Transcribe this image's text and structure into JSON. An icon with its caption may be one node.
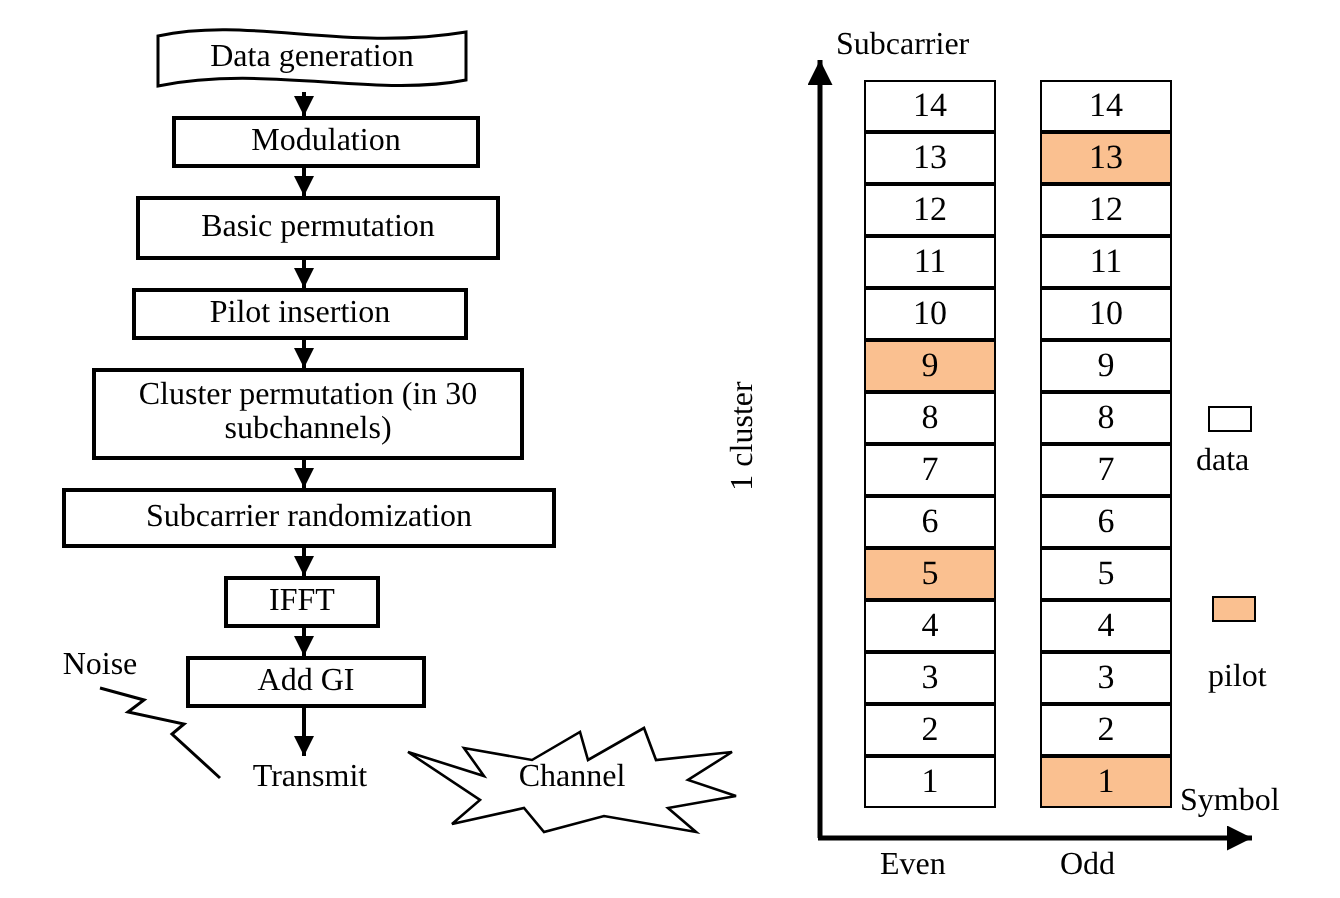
{
  "diagram": {
    "nodes": [
      {
        "text": [
          "Data generation"
        ]
      },
      {
        "text": [
          "Modulation"
        ]
      },
      {
        "text": [
          "Basic permutation"
        ]
      },
      {
        "text": [
          "Pilot insertion"
        ]
      },
      {
        "text": [
          "Cluster permutation (in 30 subchannels)"
        ]
      },
      {
        "text": [
          "Subcarrier randomization"
        ]
      },
      {
        "text": [
          "IFFT"
        ]
      },
      {
        "text": [
          "Add GI"
        ]
      },
      {
        "text": [
          "Noise"
        ]
      },
      {
        "text": [
          "Transmit"
        ]
      },
      {
        "text": [
          "Channel"
        ]
      },
      {
        "text": [
          "14"
        ]
      },
      {
        "text": [
          "13"
        ]
      },
      {
        "text": [
          "12"
        ]
      },
      {
        "text": [
          "11"
        ]
      },
      {
        "text": [
          "10"
        ]
      },
      {
        "text": [
          "9"
        ]
      },
      {
        "text": [
          "8"
        ]
      },
      {
        "text": [
          "7"
        ]
      },
      {
        "text": [
          "6"
        ]
      },
      {
        "text": [
          "5"
        ]
      },
      {
        "text": [
          "4"
        ]
      },
      {
        "text": [
          "3"
        ]
      },
      {
        "text": [
          "2"
        ]
      },
      {
        "text": [
          "1"
        ]
      },
      {
        "text": [
          "14"
        ]
      },
      {
        "text": [
          "13"
        ]
      },
      {
        "text": [
          "12"
        ]
      },
      {
        "text": [
          "11"
        ]
      },
      {
        "text": [
          "10"
        ]
      },
      {
        "text": [
          "9"
        ]
      },
      {
        "text": [
          "8"
        ]
      },
      {
        "text": [
          "7"
        ]
      },
      {
        "text": [
          "6"
        ]
      },
      {
        "text": [
          "5"
        ]
      },
      {
        "text": [
          "4"
        ]
      },
      {
        "text": [
          "3"
        ]
      },
      {
        "text": [
          "2"
        ]
      },
      {
        "text": [
          "1"
        ]
      }
    ],
    "edges": [
      {
        "from": 0,
        "to": 1,
        "arrow": "to"
      },
      {
        "from": 1,
        "to": 2,
        "arrow": "to"
      },
      {
        "from": 2,
        "to": 3,
        "arrow": "to"
      },
      {
        "from": 3,
        "to": 4,
        "arrow": "to"
      },
      {
        "from": 4,
        "to": 5,
        "arrow": "to"
      },
      {
        "from": 5,
        "to": 6,
        "arrow": "to"
      },
      {
        "from": 6,
        "to": 7,
        "arrow": "to"
      },
      {
        "from": 7,
        "to": 9,
        "arrow": "to"
      },
      {
        "from": 8,
        "to": 9,
        "arrow": "none"
      }
    ],
    "labels": [
      "Subcarrier",
      "1 cluster",
      "Symbol",
      "Even",
      "Odd"
    ],
    "legend": [
      {
        "text": "data",
        "color": "#ffffff"
      },
      {
        "text": "pilot",
        "color": "#fac090"
      }
    ]
  }
}
